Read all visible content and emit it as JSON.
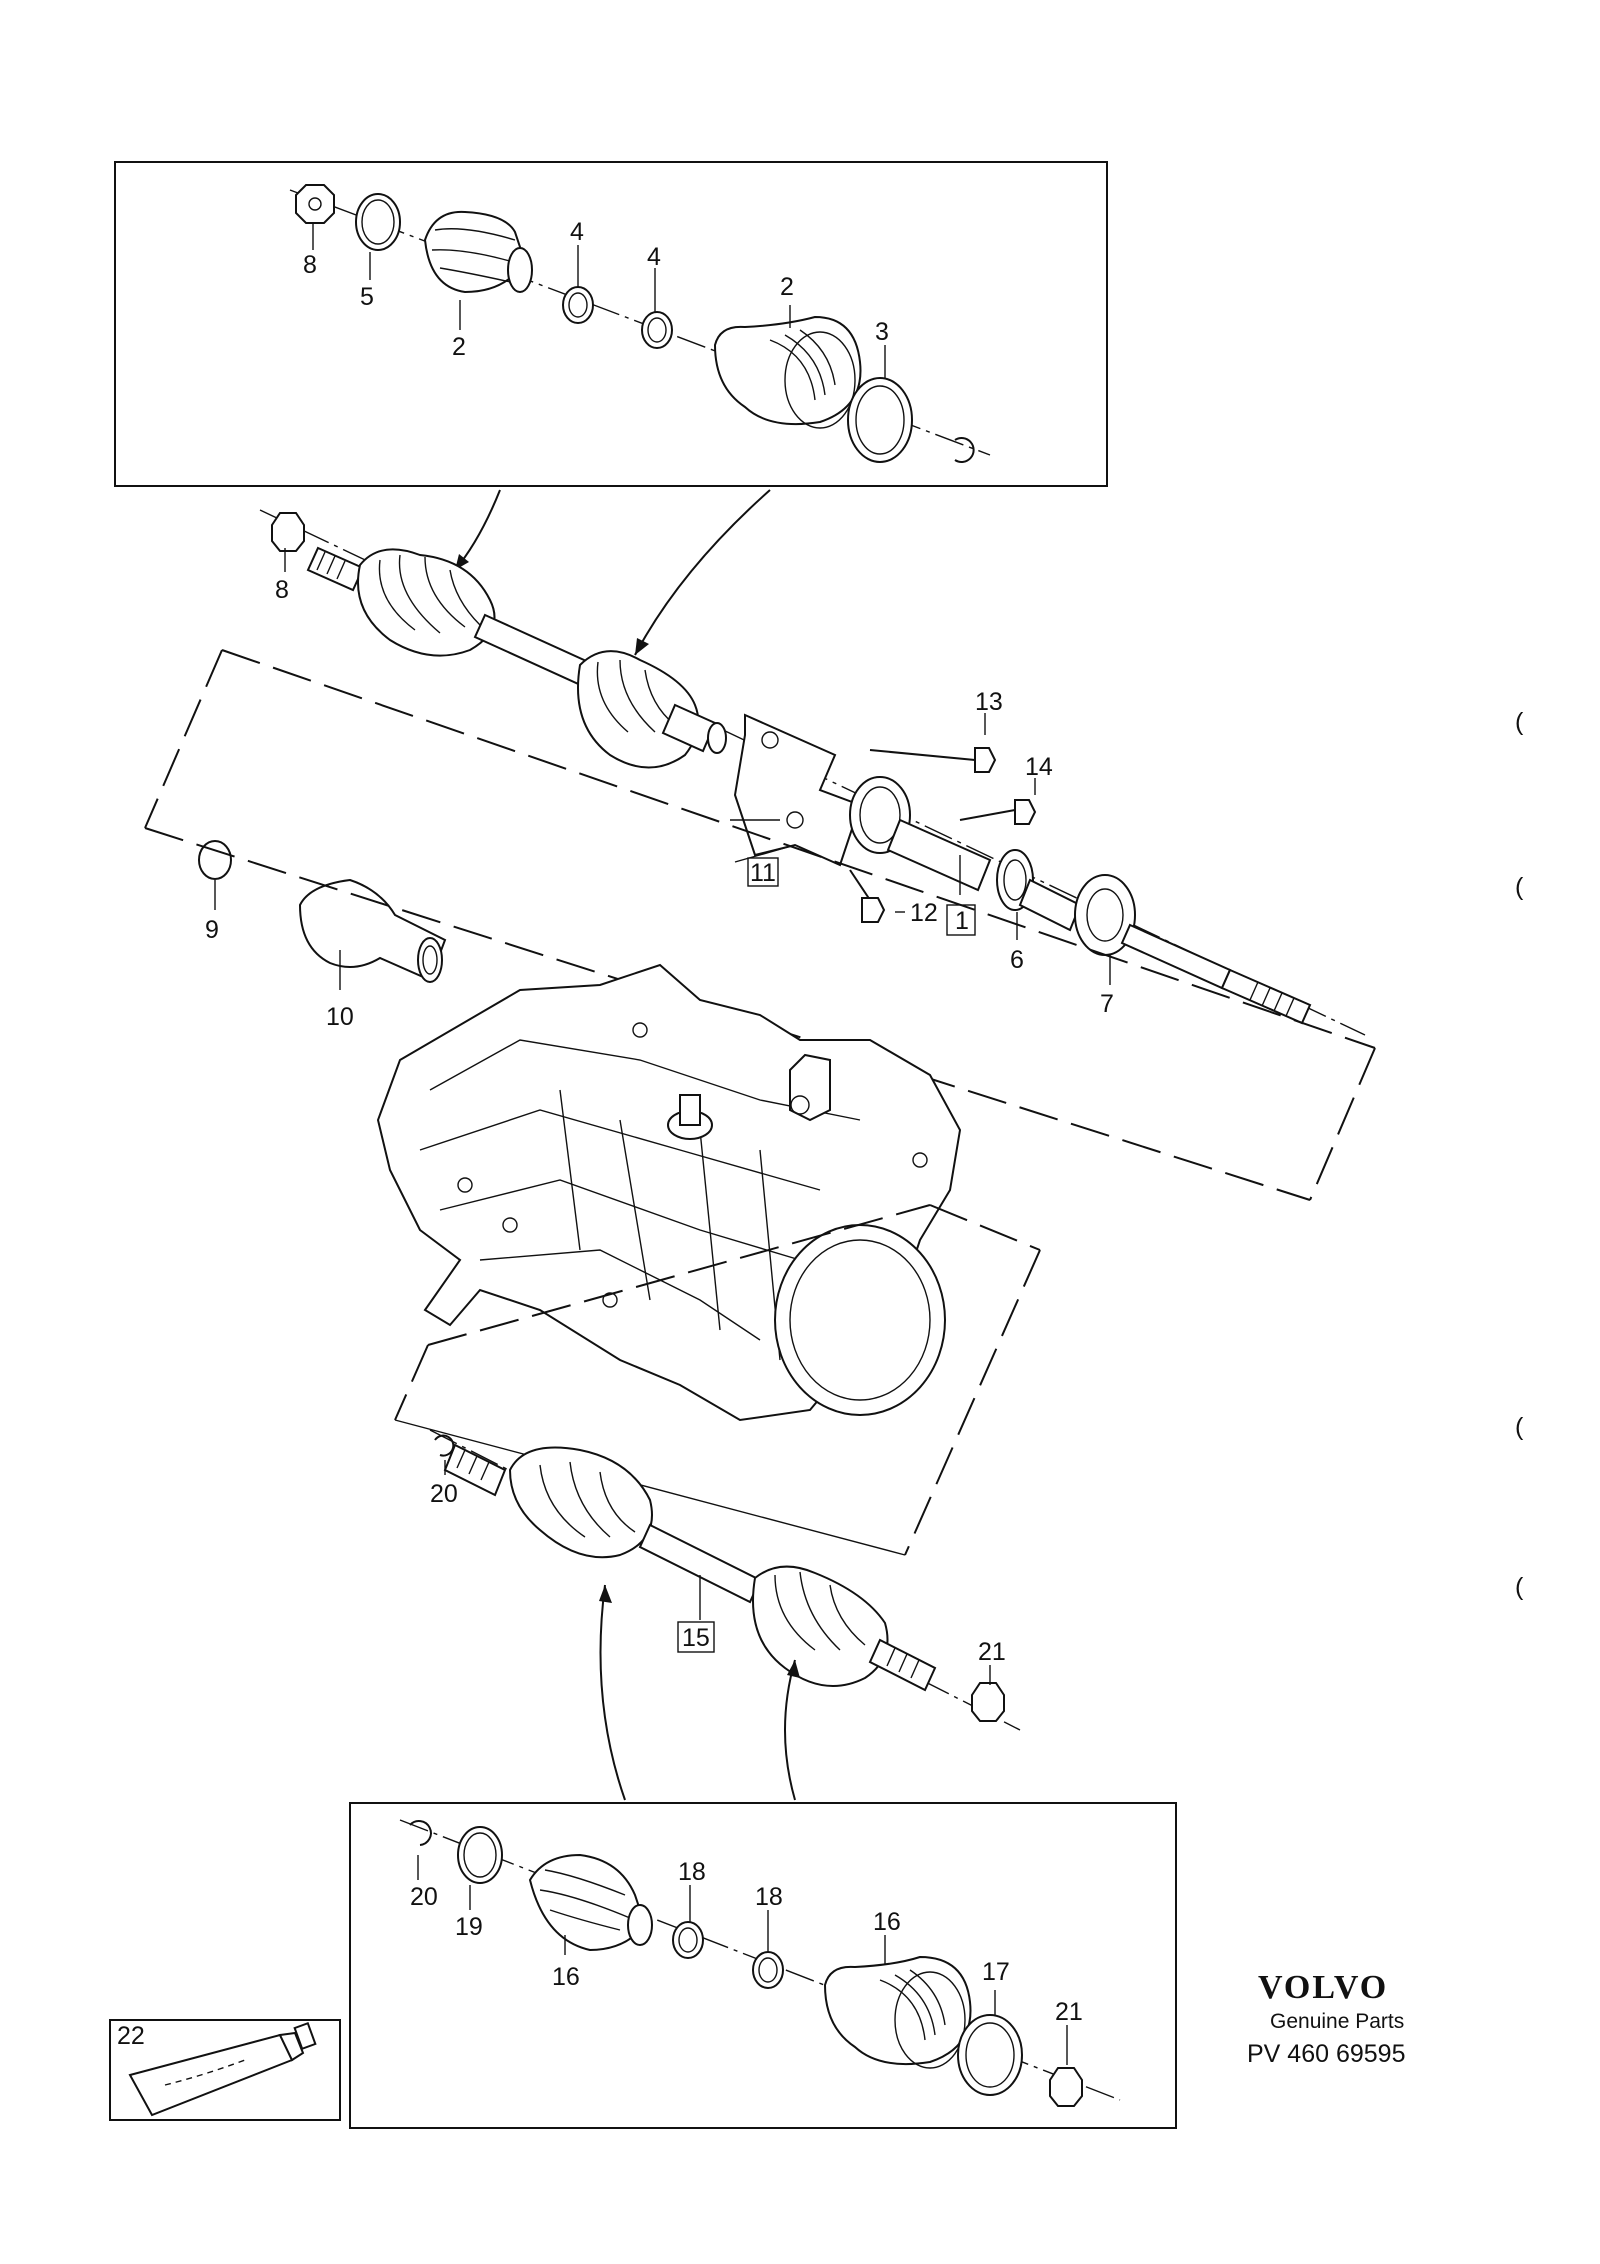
{
  "callouts": {
    "top_inset": [
      "8",
      "5",
      "2",
      "4",
      "4",
      "2",
      "3"
    ],
    "upper_shaft": [
      "8",
      "13",
      "14",
      "11",
      "12",
      "1",
      "9",
      "6",
      "10",
      "7"
    ],
    "lower_shaft": [
      "20",
      "15",
      "21"
    ],
    "bottom_inset": [
      "20",
      "19",
      "16",
      "18",
      "18",
      "16",
      "17",
      "21"
    ],
    "tube_box": "22"
  },
  "side_marks": [
    "(",
    "(",
    "(",
    "("
  ],
  "brand": {
    "name": "VOLVO",
    "tagline": "Genuine Parts",
    "code": "PV 460 69595"
  }
}
